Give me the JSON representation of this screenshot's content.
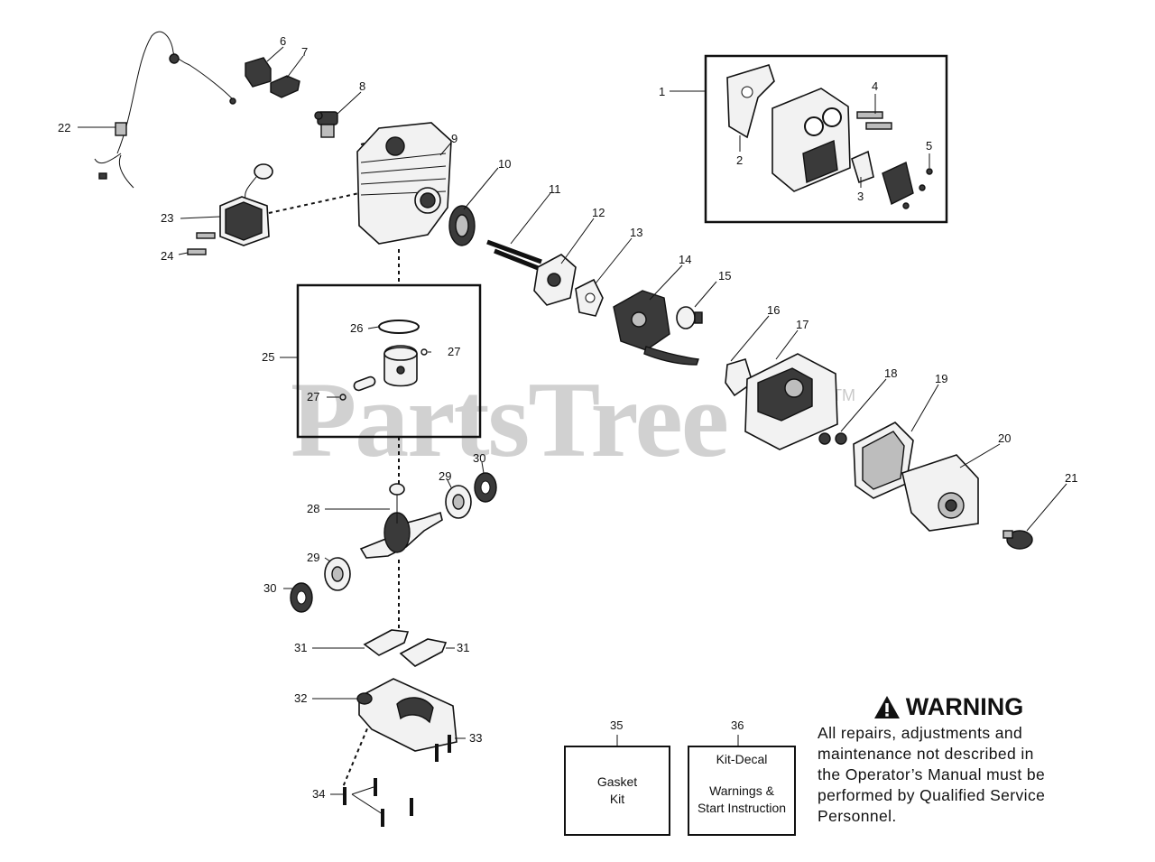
{
  "watermark": {
    "brand": "PartsTree",
    "tm": "TM"
  },
  "callouts": {
    "c1": "1",
    "c2": "2",
    "c3": "3",
    "c4": "4",
    "c5": "5",
    "c6": "6",
    "c7": "7",
    "c8": "8",
    "c9": "9",
    "c10": "10",
    "c11": "11",
    "c12": "12",
    "c13": "13",
    "c14": "14",
    "c15": "15",
    "c16": "16",
    "c17": "17",
    "c18": "18",
    "c19": "19",
    "c20": "20",
    "c21": "21",
    "c22": "22",
    "c23": "23",
    "c24": "24",
    "c25": "25",
    "c26": "26",
    "c27a": "27",
    "c27b": "27",
    "c28": "28",
    "c29a": "29",
    "c29b": "29",
    "c30a": "30",
    "c30b": "30",
    "c31a": "31",
    "c31b": "31",
    "c32": "32",
    "c33": "33",
    "c34": "34",
    "c35": "35",
    "c36": "36"
  },
  "kits": {
    "gasket": {
      "line1": "Gasket",
      "line2": "Kit"
    },
    "decal": {
      "title": "Kit-Decal",
      "line1": "Warnings &",
      "line2": "Start Instruction"
    }
  },
  "warning": {
    "icon": "warning-triangle-icon",
    "title": "WARNING",
    "lines": [
      "All repairs, adjustments and",
      "maintenance not described in",
      "the Operator’s Manual must be",
      "performed by Qualified Service",
      "Personnel."
    ]
  }
}
